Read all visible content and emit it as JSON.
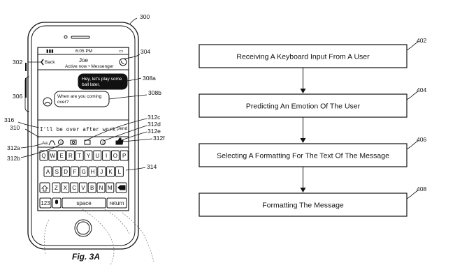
{
  "figure_label": "Fig. 3A",
  "phone": {
    "ref": "300",
    "status_time": "6:05 PM",
    "back_label": "Back",
    "contact_name": "Joe",
    "contact_status": "Active now • Messenger",
    "outgoing_bubble": "Hey, let's play some ball later.",
    "incoming_bubble": "When are you coming over?",
    "typed_text": "I'll be over after work.",
    "send_label": "Send",
    "aa_label": "Aa",
    "keyboard": {
      "row1": [
        "Q",
        "W",
        "E",
        "R",
        "T",
        "Y",
        "U",
        "I",
        "O",
        "P"
      ],
      "row2": [
        "A",
        "S",
        "D",
        "F",
        "G",
        "H",
        "J",
        "K",
        "L"
      ],
      "row3": [
        "Z",
        "X",
        "C",
        "V",
        "B",
        "N",
        "M"
      ],
      "num_key": "123",
      "space_key": "space",
      "return_key": "return"
    }
  },
  "phone_refs": {
    "r302": "302",
    "r304": "304",
    "r306": "306",
    "r308a": "308a",
    "r308b": "308b",
    "r310": "310",
    "r312a": "312a",
    "r312b": "312b",
    "r312c": "312c",
    "r312d": "312d",
    "r312e": "312e",
    "r312f": "312f",
    "r314": "314",
    "r316": "316"
  },
  "flowchart": {
    "steps": [
      {
        "ref": "402",
        "text": "Receiving A Keyboard Input From A User"
      },
      {
        "ref": "404",
        "text": "Predicting An Emotion Of The User"
      },
      {
        "ref": "406",
        "text": "Selecting A Formatting For The Text Of The Message"
      },
      {
        "ref": "408",
        "text": "Formatting The Message"
      }
    ]
  }
}
